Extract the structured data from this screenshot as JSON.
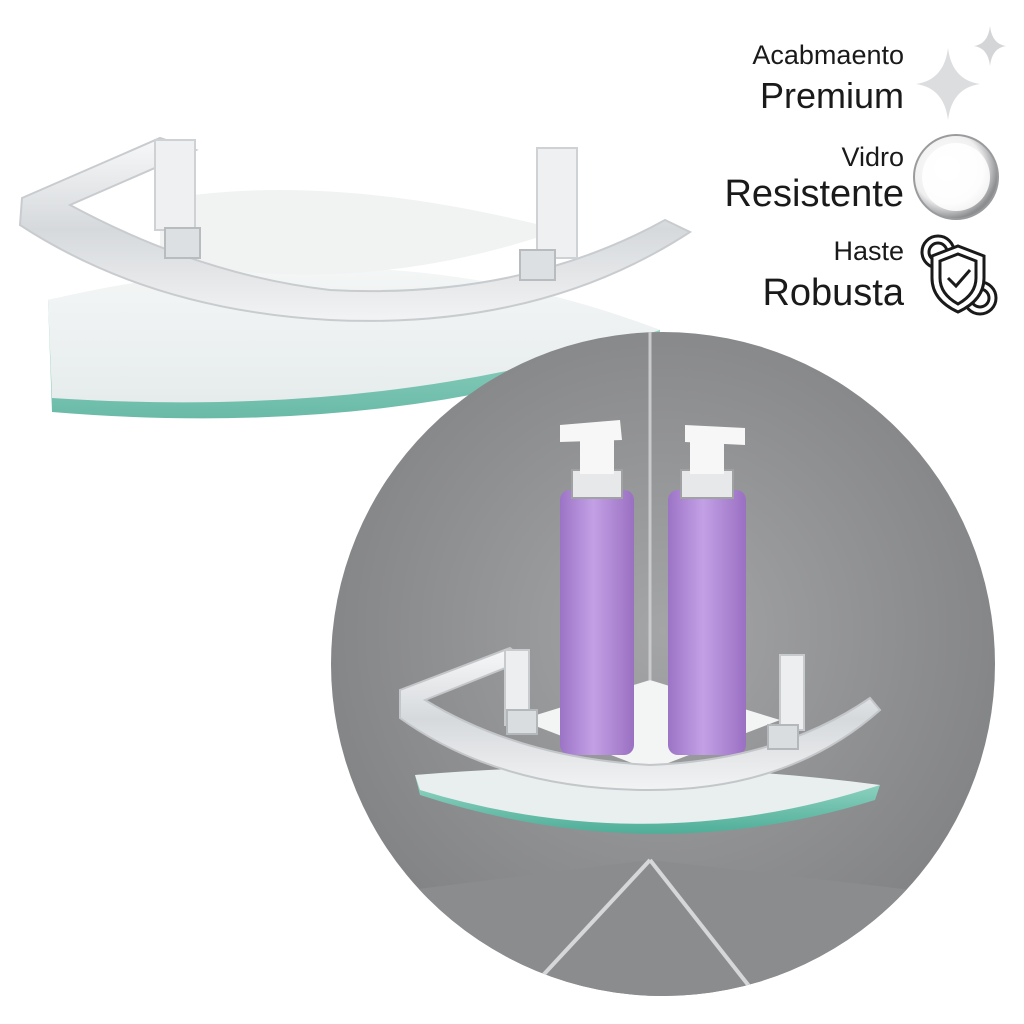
{
  "features": [
    {
      "small": "Acabmaento",
      "big": "Premium",
      "icon": "sparkle-icon"
    },
    {
      "small": "Vidro",
      "big": "Resistente",
      "icon": "glass-sphere-icon"
    },
    {
      "small": "Haste",
      "big": "Robusta",
      "icon": "shield-gear-icon"
    }
  ],
  "colors": {
    "text": "#1a1a1a",
    "glass_edge": "#6fc3b0",
    "metal": "#e4e6e8",
    "bottle": "#b08ad6",
    "wall": "#8f9092"
  }
}
